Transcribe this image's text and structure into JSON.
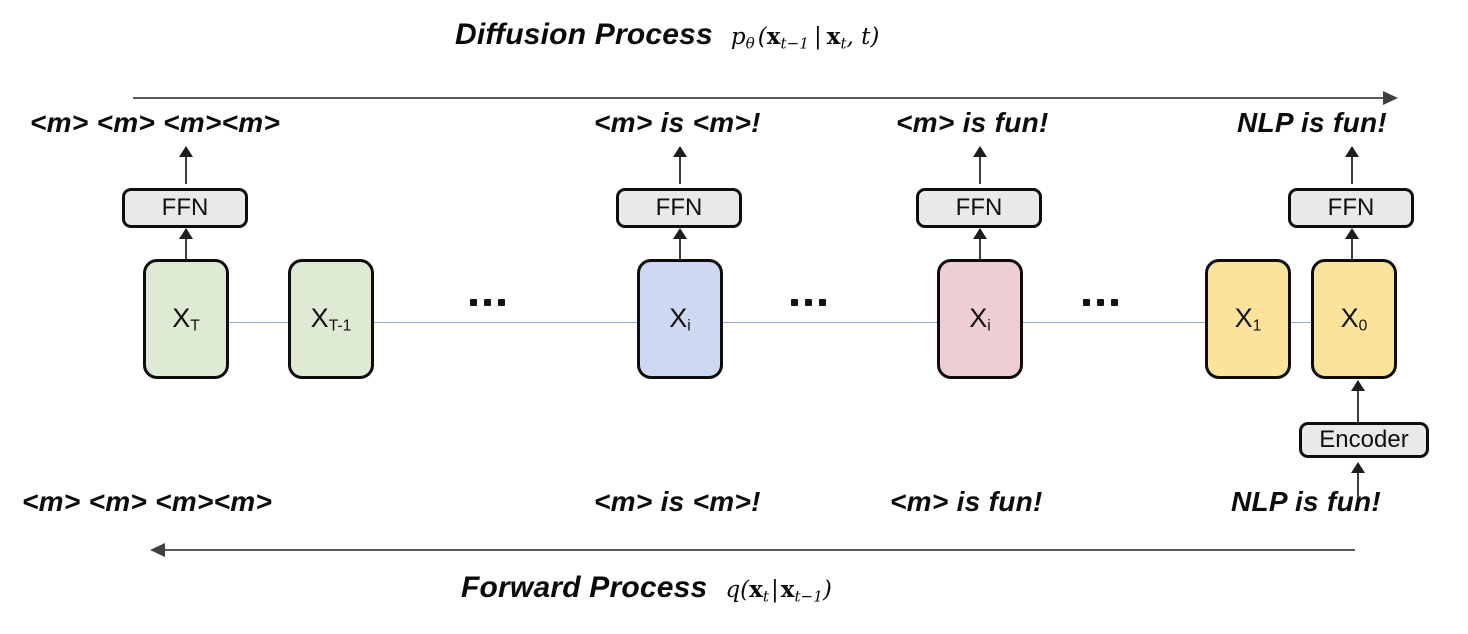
{
  "figure": {
    "title_top": "Diffusion Process",
    "title_bottom": "Forward Process",
    "math_top": {
      "p": "p",
      "theta": "θ",
      "open": "(",
      "x_prev": "x",
      "x_prev_sub": "t−1",
      "bar": "|",
      "x_t": "x",
      "x_t_sub": "t",
      "comma_t": ", t",
      "close": ")"
    },
    "math_bottom": {
      "q": "q",
      "open": "(",
      "x_t": "x",
      "x_t_sub": "t",
      "bar": "|",
      "x_prev": "x",
      "x_prev_sub": "t−1",
      "close": ")"
    }
  },
  "top_outputs": [
    {
      "text": "<m> <m> <m><m>"
    },
    {
      "text": "<m> is <m>!"
    },
    {
      "text": "<m> is fun!"
    },
    {
      "text": "NLP is fun!"
    }
  ],
  "bottom_inputs": [
    {
      "text": "<m> <m> <m><m>"
    },
    {
      "text": "<m> is <m>!"
    },
    {
      "text": "<m> is fun!"
    },
    {
      "text": "NLP is fun!"
    }
  ],
  "latent_boxes": [
    {
      "name": "x-T",
      "symbol": "X",
      "sub": "T",
      "color": "#dfead4"
    },
    {
      "name": "x-T-1",
      "symbol": "X",
      "sub": "T-1",
      "color": "#dfead4"
    },
    {
      "name": "x-i-blue",
      "symbol": "X",
      "sub": "i",
      "color": "#ccd9f1"
    },
    {
      "name": "x-i-pink",
      "symbol": "X",
      "sub": "i",
      "color": "#eecdd3"
    },
    {
      "name": "x-1",
      "symbol": "X",
      "sub": "1",
      "color": "#fbe39c"
    },
    {
      "name": "x-0",
      "symbol": "X",
      "sub": "0",
      "color": "#fbe39c"
    }
  ],
  "ffn_blocks": [
    {
      "label": "FFN"
    },
    {
      "label": "FFN"
    },
    {
      "label": "FFN"
    },
    {
      "label": "FFN"
    }
  ],
  "encoder_block": {
    "label": "Encoder"
  },
  "ellipses": [
    {
      "id": "dots-1"
    },
    {
      "id": "dots-2"
    },
    {
      "id": "dots-3"
    }
  ],
  "colors": {
    "green": "#dfead4",
    "blue": "#ccd9f1",
    "pink": "#eecdd3",
    "yellow": "#fbe39c",
    "pill_gray": "#e9e9e9",
    "chain_blue": "#90a8d8",
    "stroke": "#0d0d0d",
    "arrow_gray": "#595959"
  }
}
